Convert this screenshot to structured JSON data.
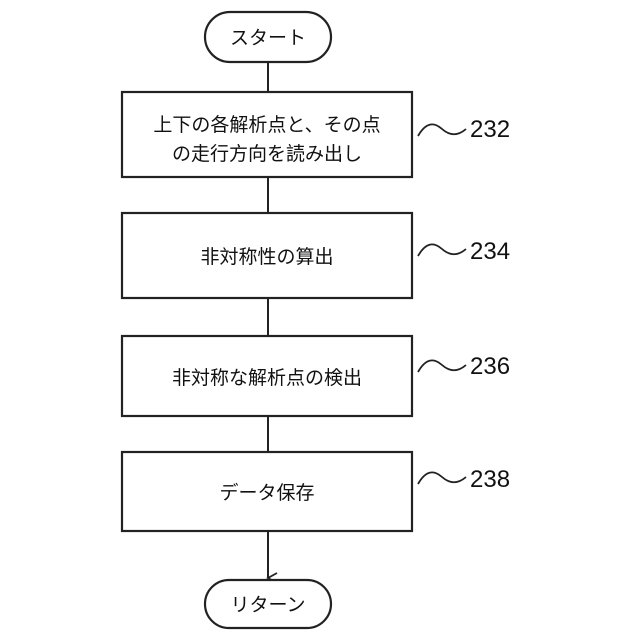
{
  "flowchart": {
    "start": "スタート",
    "steps": [
      {
        "lines": [
          "上下の各解析点と、その点",
          "の走行方向を読み出し"
        ],
        "ref": "232"
      },
      {
        "lines": [
          "非対称性の算出"
        ],
        "ref": "234"
      },
      {
        "lines": [
          "非対称な解析点の検出"
        ],
        "ref": "236"
      },
      {
        "lines": [
          "データ保存"
        ],
        "ref": "238"
      }
    ],
    "end": "リターン"
  }
}
